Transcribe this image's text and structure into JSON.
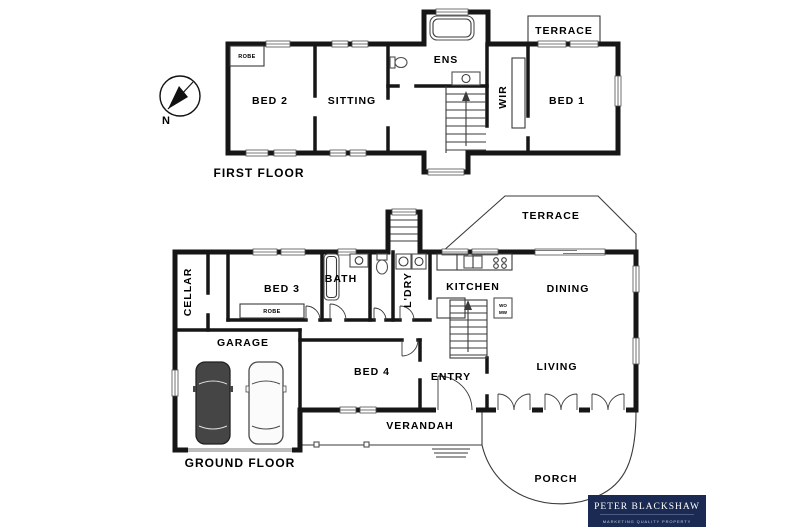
{
  "compass": {
    "north_label": "N"
  },
  "first_floor": {
    "title": "FIRST FLOOR",
    "rooms": {
      "bed2": "BED 2",
      "sitting": "SITTING",
      "ens": "ENS",
      "wir": "WIR",
      "bed1": "BED 1",
      "terrace": "TERRACE",
      "robe": "ROBE"
    }
  },
  "ground_floor": {
    "title": "GROUND FLOOR",
    "rooms": {
      "terrace": "TERRACE",
      "cellar": "CELLAR",
      "bed3": "BED 3",
      "bath": "BATH",
      "ldry": "L'DRY",
      "kitchen": "KITCHEN",
      "dining": "DINING",
      "garage": "GARAGE",
      "robe": "ROBE",
      "bed4": "BED 4",
      "entry": "ENTRY",
      "living": "LIVING",
      "verandah": "VERANDAH",
      "porch": "PORCH"
    },
    "appliances": {
      "wall_oven": "WO",
      "microwave": "MW"
    }
  },
  "branding": {
    "name": "PETER BLACKSHAW",
    "tagline": "MARKETING QUALITY PROPERTY",
    "colors": {
      "background": "#1a2a52",
      "text": "#ffffff"
    }
  }
}
